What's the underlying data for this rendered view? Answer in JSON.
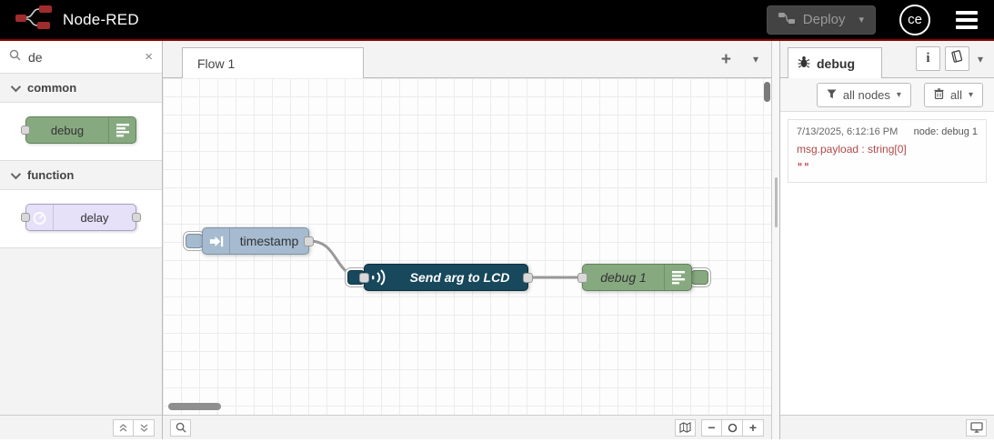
{
  "header": {
    "title": "Node-RED",
    "deploy_label": "Deploy",
    "user_badge": "ce"
  },
  "icons": {
    "plus": "+",
    "minus": "−",
    "caret": "▾",
    "close": "×",
    "info": "i"
  },
  "palette": {
    "search_value": "de",
    "categories": [
      {
        "label": "common",
        "nodes": [
          {
            "label": "debug"
          }
        ]
      },
      {
        "label": "function",
        "nodes": [
          {
            "label": "delay"
          }
        ]
      }
    ]
  },
  "workspace": {
    "tabs": [
      {
        "label": "Flow 1"
      }
    ],
    "nodes": [
      {
        "label": "timestamp",
        "type": "inject",
        "color": "#a6bbcf"
      },
      {
        "label": "Send arg to LCD",
        "type": "lcd",
        "color": "#17485c"
      },
      {
        "label": "debug 1",
        "type": "debug",
        "color": "#87a980"
      }
    ]
  },
  "sidebar": {
    "tab_label": "debug",
    "filter_label": "all nodes",
    "clear_label": "all",
    "messages": [
      {
        "timestamp": "7/13/2025, 6:12:16 PM",
        "node": "node: debug 1",
        "property": "msg.payload : string[0]",
        "value": "\"\""
      }
    ]
  },
  "colors": {
    "brand_red": "#8f0000",
    "inject_node": "#a6bbcf",
    "debug_node": "#87a980",
    "delay_node": "#e6e0f8",
    "lcd_node": "#17485c",
    "debug_text": "#ad1625"
  }
}
